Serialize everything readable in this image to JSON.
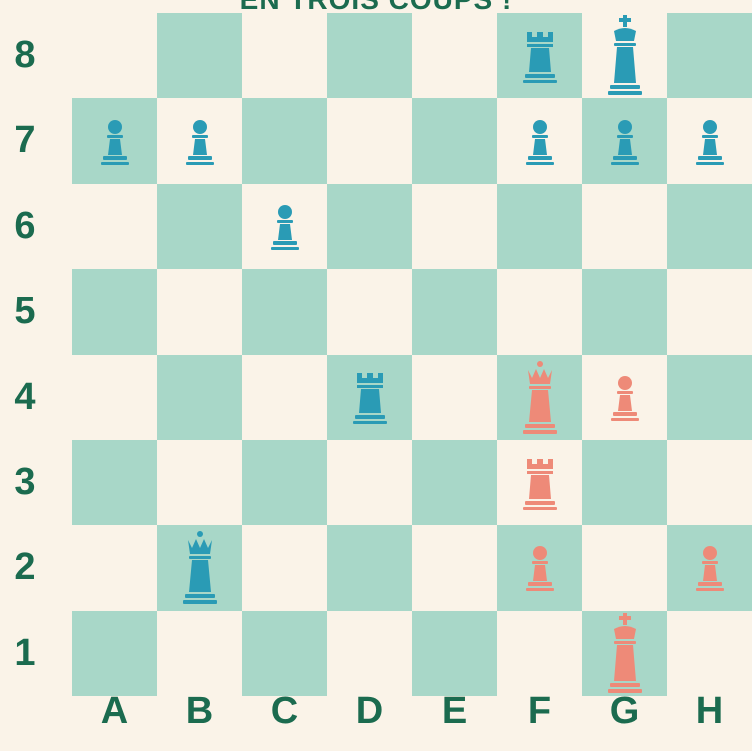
{
  "title": "EN TROIS COUPS !",
  "colors": {
    "light_square": "#faf3e8",
    "dark_square": "#a8d7c8",
    "black_pieces": "#2a9bb5",
    "white_pieces": "#ee8a78",
    "labels": "#1b6b4f"
  },
  "ranks": [
    "8",
    "7",
    "6",
    "5",
    "4",
    "3",
    "2",
    "1"
  ],
  "files": [
    "A",
    "B",
    "C",
    "D",
    "E",
    "F",
    "G",
    "H"
  ],
  "pieces": [
    {
      "square": "F8",
      "type": "rook",
      "color": "black"
    },
    {
      "square": "G8",
      "type": "king",
      "color": "black"
    },
    {
      "square": "A7",
      "type": "pawn",
      "color": "black"
    },
    {
      "square": "B7",
      "type": "pawn",
      "color": "black"
    },
    {
      "square": "F7",
      "type": "pawn",
      "color": "black"
    },
    {
      "square": "G7",
      "type": "pawn",
      "color": "black"
    },
    {
      "square": "H7",
      "type": "pawn",
      "color": "black"
    },
    {
      "square": "C6",
      "type": "pawn",
      "color": "black"
    },
    {
      "square": "D4",
      "type": "rook",
      "color": "black"
    },
    {
      "square": "F4",
      "type": "queen",
      "color": "white"
    },
    {
      "square": "G4",
      "type": "pawn",
      "color": "white"
    },
    {
      "square": "F3",
      "type": "rook",
      "color": "white"
    },
    {
      "square": "B2",
      "type": "queen",
      "color": "black"
    },
    {
      "square": "F2",
      "type": "pawn",
      "color": "white"
    },
    {
      "square": "H2",
      "type": "pawn",
      "color": "white"
    },
    {
      "square": "G1",
      "type": "king",
      "color": "white"
    }
  ]
}
